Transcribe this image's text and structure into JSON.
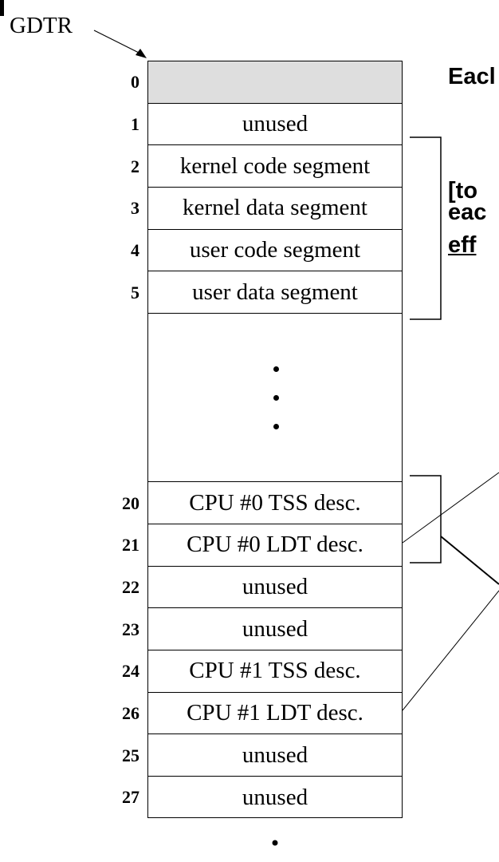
{
  "gdtr_label": "GDTR",
  "entries": [
    {
      "index": "0",
      "label": "",
      "shaded": true
    },
    {
      "index": "1",
      "label": "unused"
    },
    {
      "index": "2",
      "label": "kernel code segment"
    },
    {
      "index": "3",
      "label": "kernel data segment"
    },
    {
      "index": "4",
      "label": "user code segment"
    },
    {
      "index": "5",
      "label": "user data segment"
    },
    {
      "gap": true
    },
    {
      "index": "20",
      "label": "CPU #0 TSS desc."
    },
    {
      "index": "21",
      "label": "CPU #0 LDT desc."
    },
    {
      "index": "22",
      "label": "unused"
    },
    {
      "index": "23",
      "label": "unused"
    },
    {
      "index": "24",
      "label": "CPU #1 TSS desc."
    },
    {
      "index": "26",
      "label": "CPU #1 LDT desc."
    },
    {
      "index": "25",
      "label": "unused"
    },
    {
      "index": "27",
      "label": "unused"
    }
  ],
  "side_text": {
    "line1": "Eacl",
    "line2": "[to",
    "line3": "eac",
    "line4": "eff"
  },
  "colors": {
    "shaded_row": "#dedede",
    "line": "#000000"
  }
}
